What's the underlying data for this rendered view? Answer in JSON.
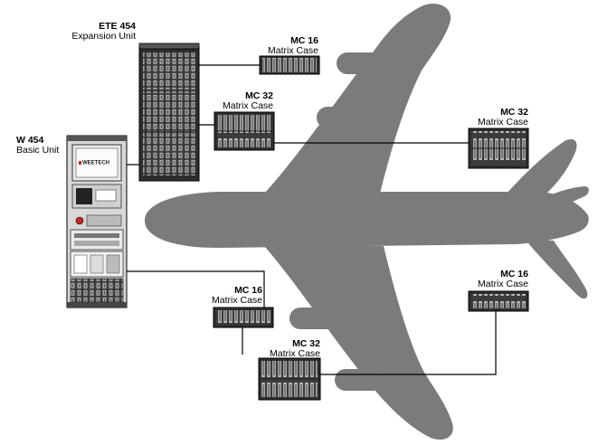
{
  "colors": {
    "aircraft": "#7b7b7b",
    "cable": "#000000",
    "unit_dark": "#3a3a3a",
    "unit_light": "#cfcfcf"
  },
  "aircraft": {
    "icon": "airplane-silhouette-icon"
  },
  "units": {
    "ete454": {
      "title": "ETE 454",
      "subtitle": "Expansion Unit"
    },
    "w454": {
      "title": "W 454",
      "subtitle": "Basic Unit",
      "brand": "WEETECH"
    },
    "mc16_a": {
      "title": "MC 16",
      "subtitle": "Matrix Case"
    },
    "mc32_a": {
      "title": "MC 32",
      "subtitle": "Matrix Case"
    },
    "mc32_b": {
      "title": "MC 32",
      "subtitle": "Matrix Case"
    },
    "mc16_b": {
      "title": "MC 16",
      "subtitle": "Matrix Case"
    },
    "mc32_c": {
      "title": "MC 32",
      "subtitle": "Matrix Case"
    },
    "mc16_c": {
      "title": "MC 16",
      "subtitle": "Matrix Case"
    }
  }
}
